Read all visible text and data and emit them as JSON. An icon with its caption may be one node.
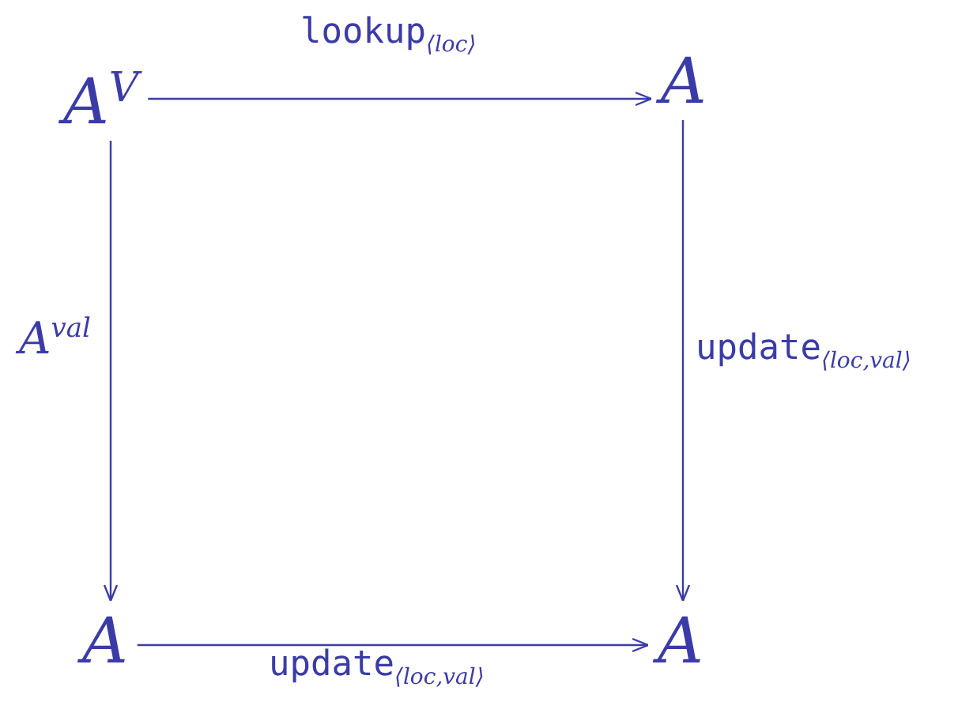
{
  "diagram": {
    "nodes": [
      {
        "text": [
          "A$^{V}$"
        ]
      },
      {
        "text": [
          "A"
        ]
      },
      {
        "text": [
          "A"
        ]
      },
      {
        "text": [
          "A"
        ]
      }
    ],
    "edges": [
      {
        "from": 0,
        "to": 1,
        "arrow": "to",
        "label": "lookup$_{⟨loc⟩}$"
      },
      {
        "from": 0,
        "to": 2,
        "arrow": "to",
        "label": "A$^{val}$"
      },
      {
        "from": 1,
        "to": 3,
        "arrow": "to",
        "label": "update$_{⟨loc,val⟩}$"
      },
      {
        "from": 2,
        "to": 3,
        "arrow": "to",
        "label": "update$_{⟨loc,val⟩}$"
      }
    ]
  }
}
